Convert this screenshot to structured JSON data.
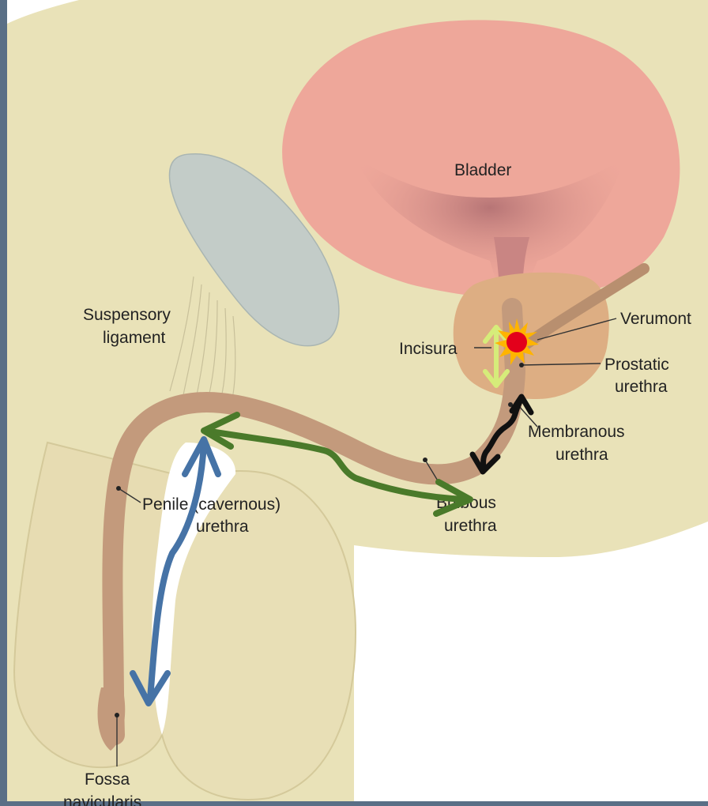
{
  "colors": {
    "background": "#e9e2b8",
    "frame": "#5a6f86",
    "bladder": "#eea79a",
    "bladder_neck": "#c98583",
    "prostate": "#ddae83",
    "urethra": "#c39a7c",
    "pubic_bone": "#c3ccc8",
    "testis_skin": "#e8dfb6",
    "blue_arrow": "#4673a6",
    "green_arrow": "#4a7a2a",
    "black_arrow": "#111111",
    "yellow_arrow": "#d6ec7a",
    "marker_fill": "#e3001b",
    "marker_rays": "#ffb400"
  },
  "labels": {
    "bladder": "Bladder",
    "suspensory_line1": "Suspensory",
    "suspensory_line2": "ligament",
    "incisura": "Incisura",
    "verumontanum": "Verumont",
    "prostatic_line1": "Prostatic",
    "prostatic_line2": "urethra",
    "membranous_line1": "Membranous",
    "membranous_line2": "urethra",
    "penile_line1": "Penile (cavernous)",
    "penile_line2": "urethra",
    "bulbous_line1": "Bulbous",
    "bulbous_line2": "urethra",
    "fossa_line1": "Fossa",
    "fossa_line2": "navicularis"
  },
  "annotations": {
    "blue_arrow": "double-headed-curved",
    "green_arrow": "double-headed-curved",
    "black_arrow": "double-headed-curved",
    "yellow_arrow": "double-headed-vertical",
    "marker": "starburst"
  }
}
